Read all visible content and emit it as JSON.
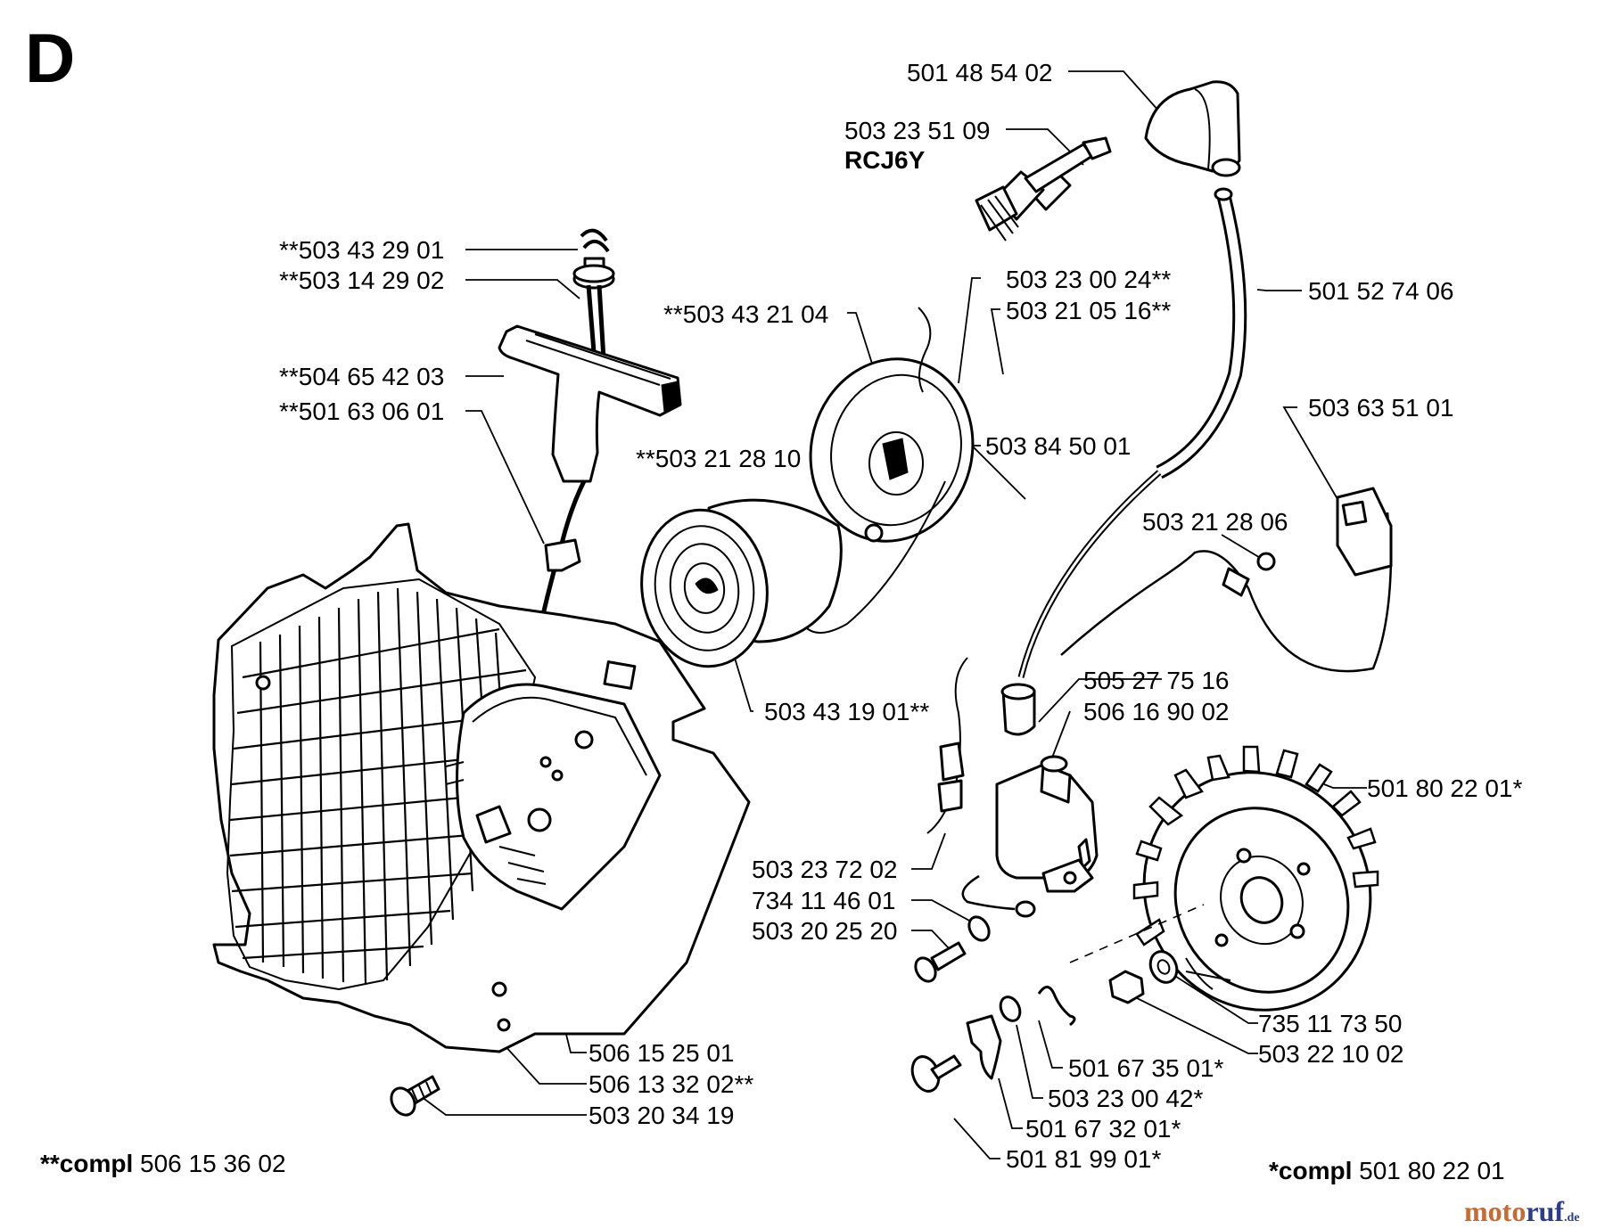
{
  "section": "D",
  "labels": {
    "l01": "501 48 54 02",
    "l02": "503 23 51 09",
    "l03": "RCJ6Y",
    "l04": "**503 43 29 01",
    "l05": "**503 14 29 02",
    "l06": "503 23 00 24**",
    "l07": "503 21 05 16**",
    "l08": "501 52 74 06",
    "l09": "**503 43 21 04",
    "l10": "**504 65 42 03",
    "l11": "**501 63 06 01",
    "l12": "503 63 51 01",
    "l13": "**503 21 28 10",
    "l14": "503 84 50 01",
    "l15": "503 21 28 06",
    "l16": "505 27 75 16",
    "l17": "506 16 90 02",
    "l18": "503 43 19 01**",
    "l19": "501 80 22 01*",
    "l20": "503 23 72 02",
    "l21": "734 11 46 01",
    "l22": "503 20 25 20",
    "l23": "735 11 73 50",
    "l24": "503 22 10 02",
    "l25": "501 67 35 01*",
    "l26": "506 15 25 01",
    "l27": "506 13 32 02**",
    "l28": "503 23 00 42*",
    "l29": "503 20 34 19",
    "l30": "501 67 32 01*",
    "l31": "501 81 99 01*"
  },
  "compl_left": {
    "prefix": "**compl",
    "number": "506 15 36 02"
  },
  "compl_right": {
    "prefix": "*compl",
    "number": "501 80 22 01"
  },
  "watermark": {
    "a": "moto",
    "b": "ruf",
    "c": ".de"
  }
}
